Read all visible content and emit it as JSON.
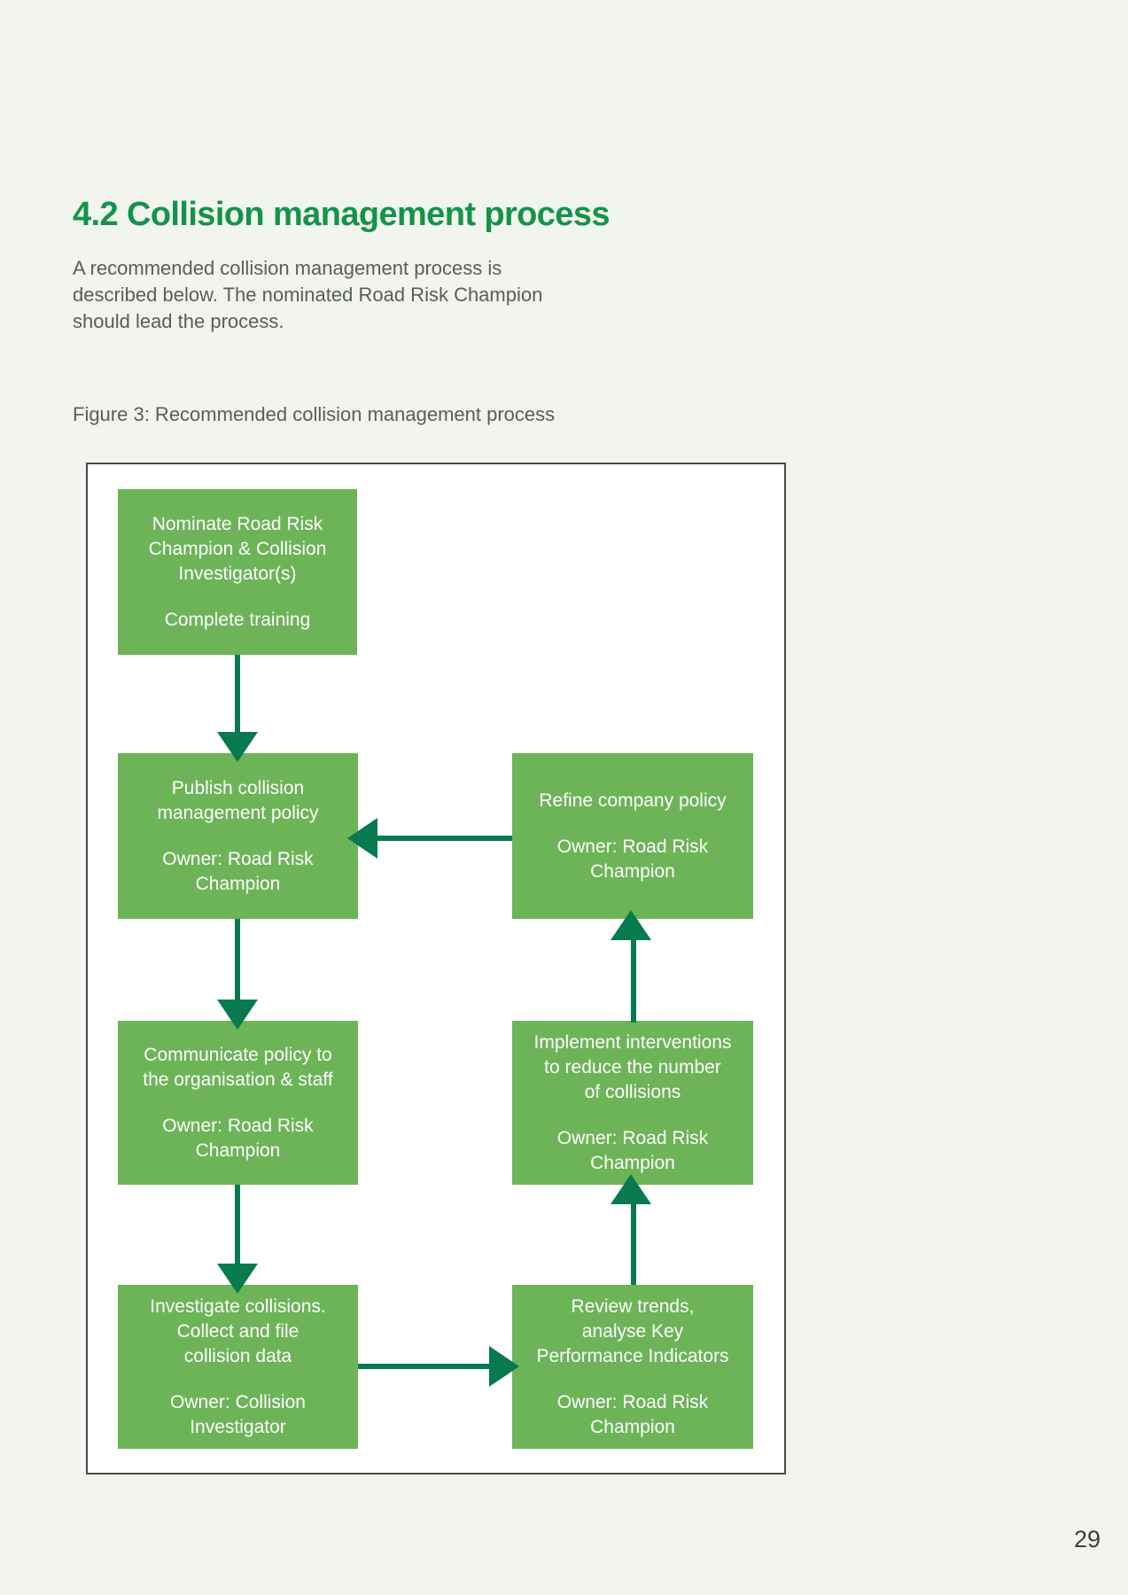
{
  "section": {
    "title": "4.2 Collision management process",
    "body": "A recommended collision management process is\ndescribed below. The nominated Road Risk Champion\nshould lead the process.",
    "figure_caption": "Figure 3: Recommended collision management process"
  },
  "flowchart": {
    "boxes": [
      {
        "id": "nominate",
        "main": "Nominate Road Risk\nChampion & Collision\nInvestigator(s)",
        "sub": "Complete training"
      },
      {
        "id": "publish",
        "main": "Publish collision\nmanagement policy",
        "sub": "Owner: Road Risk\nChampion"
      },
      {
        "id": "refine",
        "main": "Refine company policy",
        "sub": "Owner: Road Risk\nChampion"
      },
      {
        "id": "communicate",
        "main": "Communicate policy to\nthe organisation & staff",
        "sub": "Owner: Road Risk\nChampion"
      },
      {
        "id": "implement",
        "main": "Implement interventions\nto reduce the number\nof collisions",
        "sub": "Owner: Road Risk\nChampion"
      },
      {
        "id": "investigate",
        "main": "Investigate collisions.\nCollect and file\ncollision data",
        "sub": "Owner: Collision\nInvestigator"
      },
      {
        "id": "review",
        "main": "Review trends,\nanalyse Key\nPerformance Indicators",
        "sub": "Owner: Road Risk\nChampion"
      }
    ],
    "arrows": [
      {
        "from": "nominate",
        "to": "publish",
        "direction": "down"
      },
      {
        "from": "publish",
        "to": "communicate",
        "direction": "down"
      },
      {
        "from": "communicate",
        "to": "investigate",
        "direction": "down"
      },
      {
        "from": "investigate",
        "to": "review",
        "direction": "right"
      },
      {
        "from": "review",
        "to": "implement",
        "direction": "up"
      },
      {
        "from": "implement",
        "to": "refine",
        "direction": "up"
      },
      {
        "from": "refine",
        "to": "publish",
        "direction": "left"
      }
    ]
  },
  "page": {
    "number": "29"
  },
  "colors": {
    "background": "#f2f5ee",
    "figure_background": "#ffffff",
    "title_green": "#14934a",
    "box_green": "#6db458",
    "box_text": "#ffffff",
    "arrow_green": "#087a50",
    "text_gray": "#595d5b",
    "border_gray": "#454a46",
    "page_number_gray": "#3b3f3d"
  }
}
